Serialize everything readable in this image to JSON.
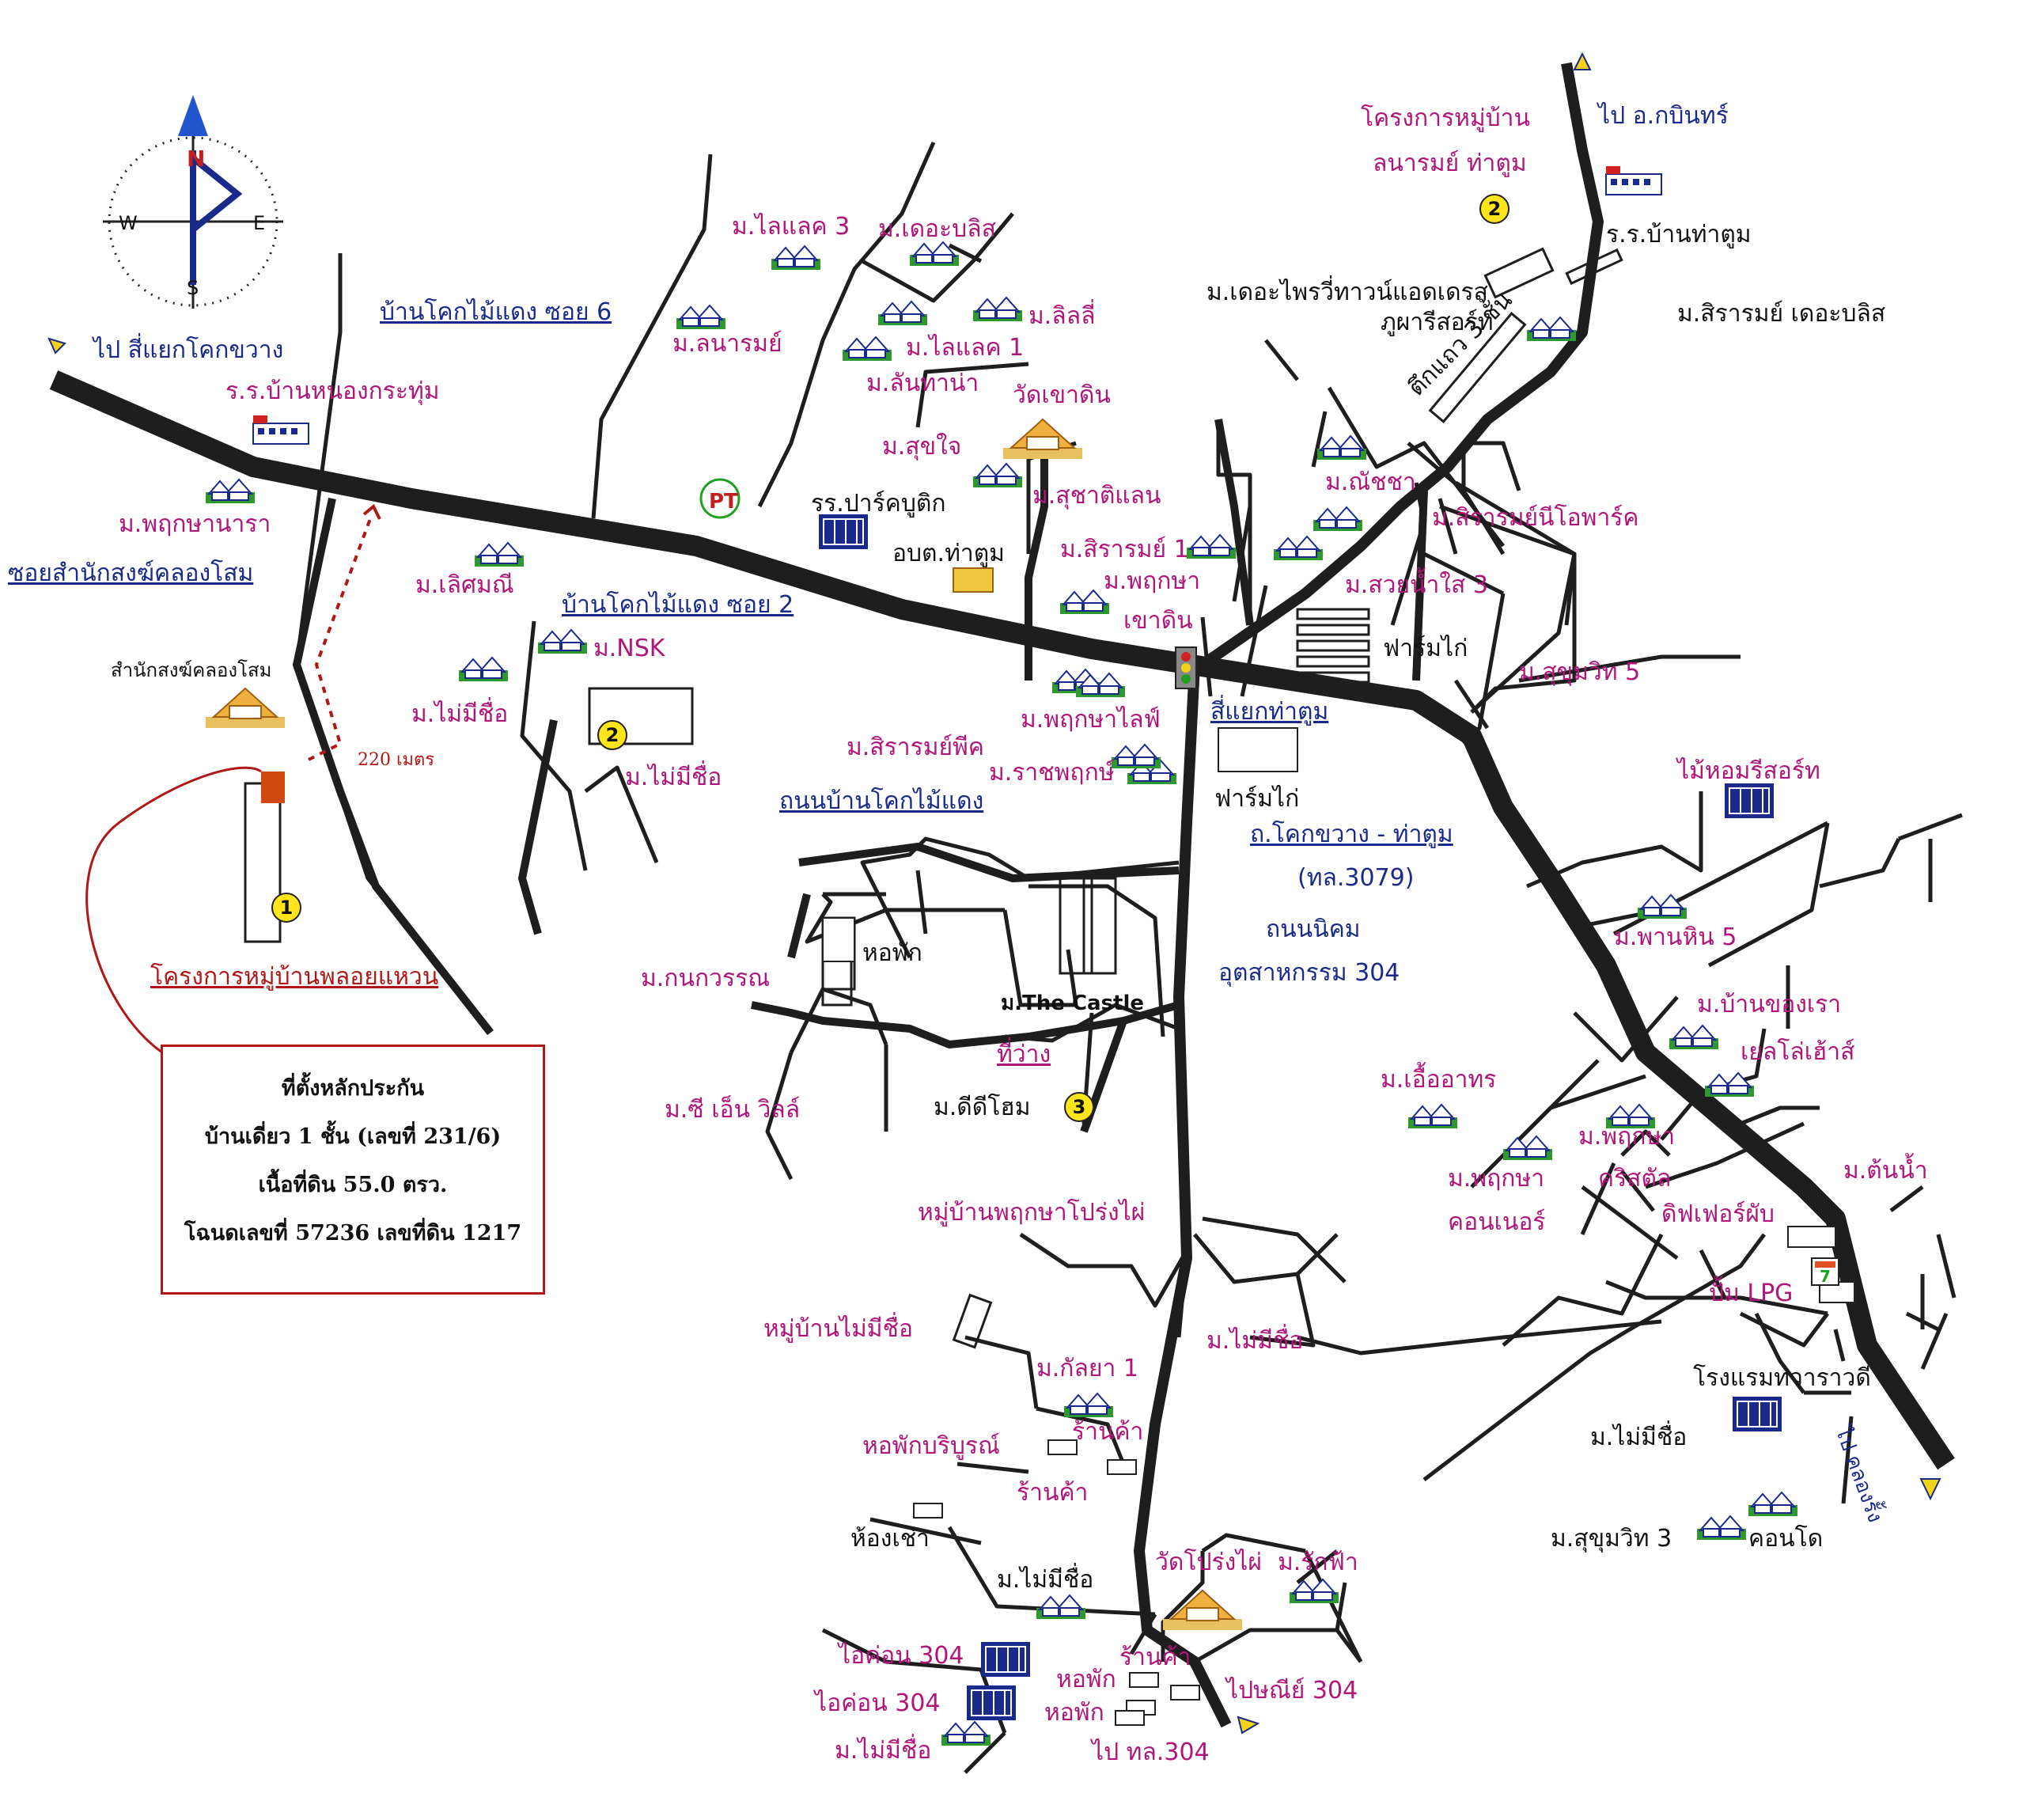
{
  "compass": {
    "n": "N",
    "s": "S",
    "e": "E",
    "w": "W"
  },
  "info_box": {
    "title": "ที่ตั้งหลักประกัน",
    "line1": "บ้านเดี่ยว 1 ชั้น (เลขที่ 231/6)",
    "line2": "เนื้อที่ดิน 55.0 ตรว.",
    "line3": "โฉนดเลขที่ 57236 เลขที่ดิน 1217"
  },
  "distance": "220 เมตร",
  "markers": [
    "1",
    "2",
    "2",
    "3"
  ],
  "labels": {
    "to_kokkwang": "ไป สี่แยกโคกขวาง",
    "nongkrathum_school": "ร.ร.บ้านหนองกระทุ่ม",
    "phruksa_nara": "ม.พฤกษานารา",
    "soi_klongsom": "ซอยสำนักสงฆ์คลองโสม",
    "klongsom_temple": "สำนักสงฆ์คลองโสม",
    "ploi_project": "โครงการหมู่บ้านพลอยแหวน",
    "soi6": "บ้านโคกไม้แดง ซอย 6",
    "lanarom": "ม.ลนารมย์",
    "lilac3": "ม.ไลแลค 3",
    "the_bliss": "ม.เดอะบลิส",
    "lily": "ม.ลิลลี่",
    "lilac1": "ม.ไลแลค 1",
    "lanna": "ม.ลันทาน่า",
    "sukjai": "ม.สุขใจ",
    "wat_khaodin": "วัดเขาดิน",
    "suchatilan": "ม.สุชาติแลน",
    "park_school": "รร.ปาร์คบูติก",
    "obt": "อบต.ท่าตูม",
    "sirarom1": "ม.สิรารมย์ 1",
    "phruksa_khaodin1": "ม.พฤกษา",
    "phruksa_khaodin2": "เขาดิน",
    "lertsamnee": "ม.เลิศมณี",
    "soi2": "บ้านโคกไม้แดง ซอย 2",
    "nsk": "ม.NSK",
    "nameless1": "ม.ไม่มีชื่อ",
    "nameless2": "ม.ไม่มีชื่อ",
    "sirarom_peak": "ม.สิรารมย์พีค",
    "phruksa_life": "ม.พฤกษาไลฟ์",
    "ratchaphruk": "ม.ราชพฤกษ์",
    "tatum_junction": "สี่แยกท่าตูม",
    "farm_chicken1": "ฟาร์มไก่",
    "farm_chicken2": "ฟาร์มไก่",
    "kokmaidaeng_rd": "ถนนบ้านโคกไม้แดง",
    "dormitory": "หอพัก",
    "kanokwan": "ม.กนกวรรณ",
    "the_castle": "ม.The Castle",
    "vacant": "ที่ว่าง",
    "dd_home": "ม.ดีดีโฮม",
    "gn_villa": "ม.ซี เอ็น วิลล์",
    "kokkwang_rd": "ถ.โคกขวาง - ท่าตูม",
    "route3079": "(ทล.3079)",
    "nikom_rd": "ถนนนิคม",
    "industrial": "อุตสาหกรรม 304",
    "pruksa_prongphai": "หมู่บ้านพฤกษาโปร่งไผ่",
    "nameless_village": "หมู่บ้านไม่มีชื่อ",
    "nameless3": "ม.ไม่มีชื่อ",
    "kanlaya1": "ม.กัลยา 1",
    "shop1": "ร้านค้า",
    "dorm_boriboon": "หอพักบริบูรณ์",
    "shop2": "ร้านค้า",
    "room_rent": "ห้องเช่า",
    "nameless4": "ม.ไม่มีชื่อ",
    "wat_prongphai": "วัดโปร่งไผ่",
    "rakfa": "ม.รักฟ้า",
    "icon304a": "ไอค่อน 304",
    "icon304b": "ไอค่อน 304",
    "dorm2": "หอพัก",
    "shop3": "ร้านค้า",
    "dorm3": "หอพัก",
    "post304": "ไปษณีย์ 304",
    "nameless5": "ม.ไม่มีชื่อ",
    "to_304": "ไป ทล.304",
    "lanarom_project1": "โครงการหมู่บ้าน",
    "lanarom_project2": "ลนารมย์ ท่าตูม",
    "to_kabin": "ไป อ.กบินทร์",
    "tatum_school": "ร.ร.บ้านท่าตูม",
    "the_private": "ม.เดอะไพรวี่ทาวน์แอดเดรส",
    "phupha": "ภูผารีสอร์ท",
    "sirarom_bliss": "ม.สิรารมย์ เดอะบลิส",
    "townhouse": "ตึกแถว 3 ชั้น",
    "natcha": "ม.ณัชชา",
    "sirarom_neo": "ม.สิรารมย์นีโอพาร์ค",
    "suaynamsai": "ม.สวยน้ำใส 3",
    "sukhumvit5": "ม.สุขุมวิท 5",
    "maihom": "ไม้หอมรีสอร์ท",
    "phanhin5": "ม.พานหิน 5",
    "banrao1": "ม.บ้านของเรา",
    "banrao2": "เยลโล่เฮ้าส์",
    "euarthorn": "ม.เอื้ออาทร",
    "phruksa_crystal1": "ม.พฤกษา",
    "phruksa_crystal2": "คริสตัล",
    "phruksa_corner1": "ม.พฤกษา",
    "phruksa_corner2": "คอนเนอร์",
    "tonnam": "ม.ต้นน้ำ",
    "diffur": "ดิฟเฟอร์ผับ",
    "lpg": "ปั้ม LPG",
    "hotel": "โรงแรมทวาราวดี",
    "nameless6": "ม.ไม่มีชื่อ",
    "sukhumvit3": "ม.สุขุมวิท 3",
    "condo": "คอนโด",
    "to_klong": "ไป คลองรั้ง"
  },
  "colors": {
    "road": "#1e1e1e",
    "village": "#b0157a",
    "navy": "#1a2a8c",
    "red": "#b01818",
    "marker": "#ffe51a"
  },
  "icons": [
    "house-icon",
    "school-icon",
    "temple-icon",
    "traffic-light-icon",
    "compass-icon",
    "seven-eleven-icon",
    "building-icon"
  ]
}
